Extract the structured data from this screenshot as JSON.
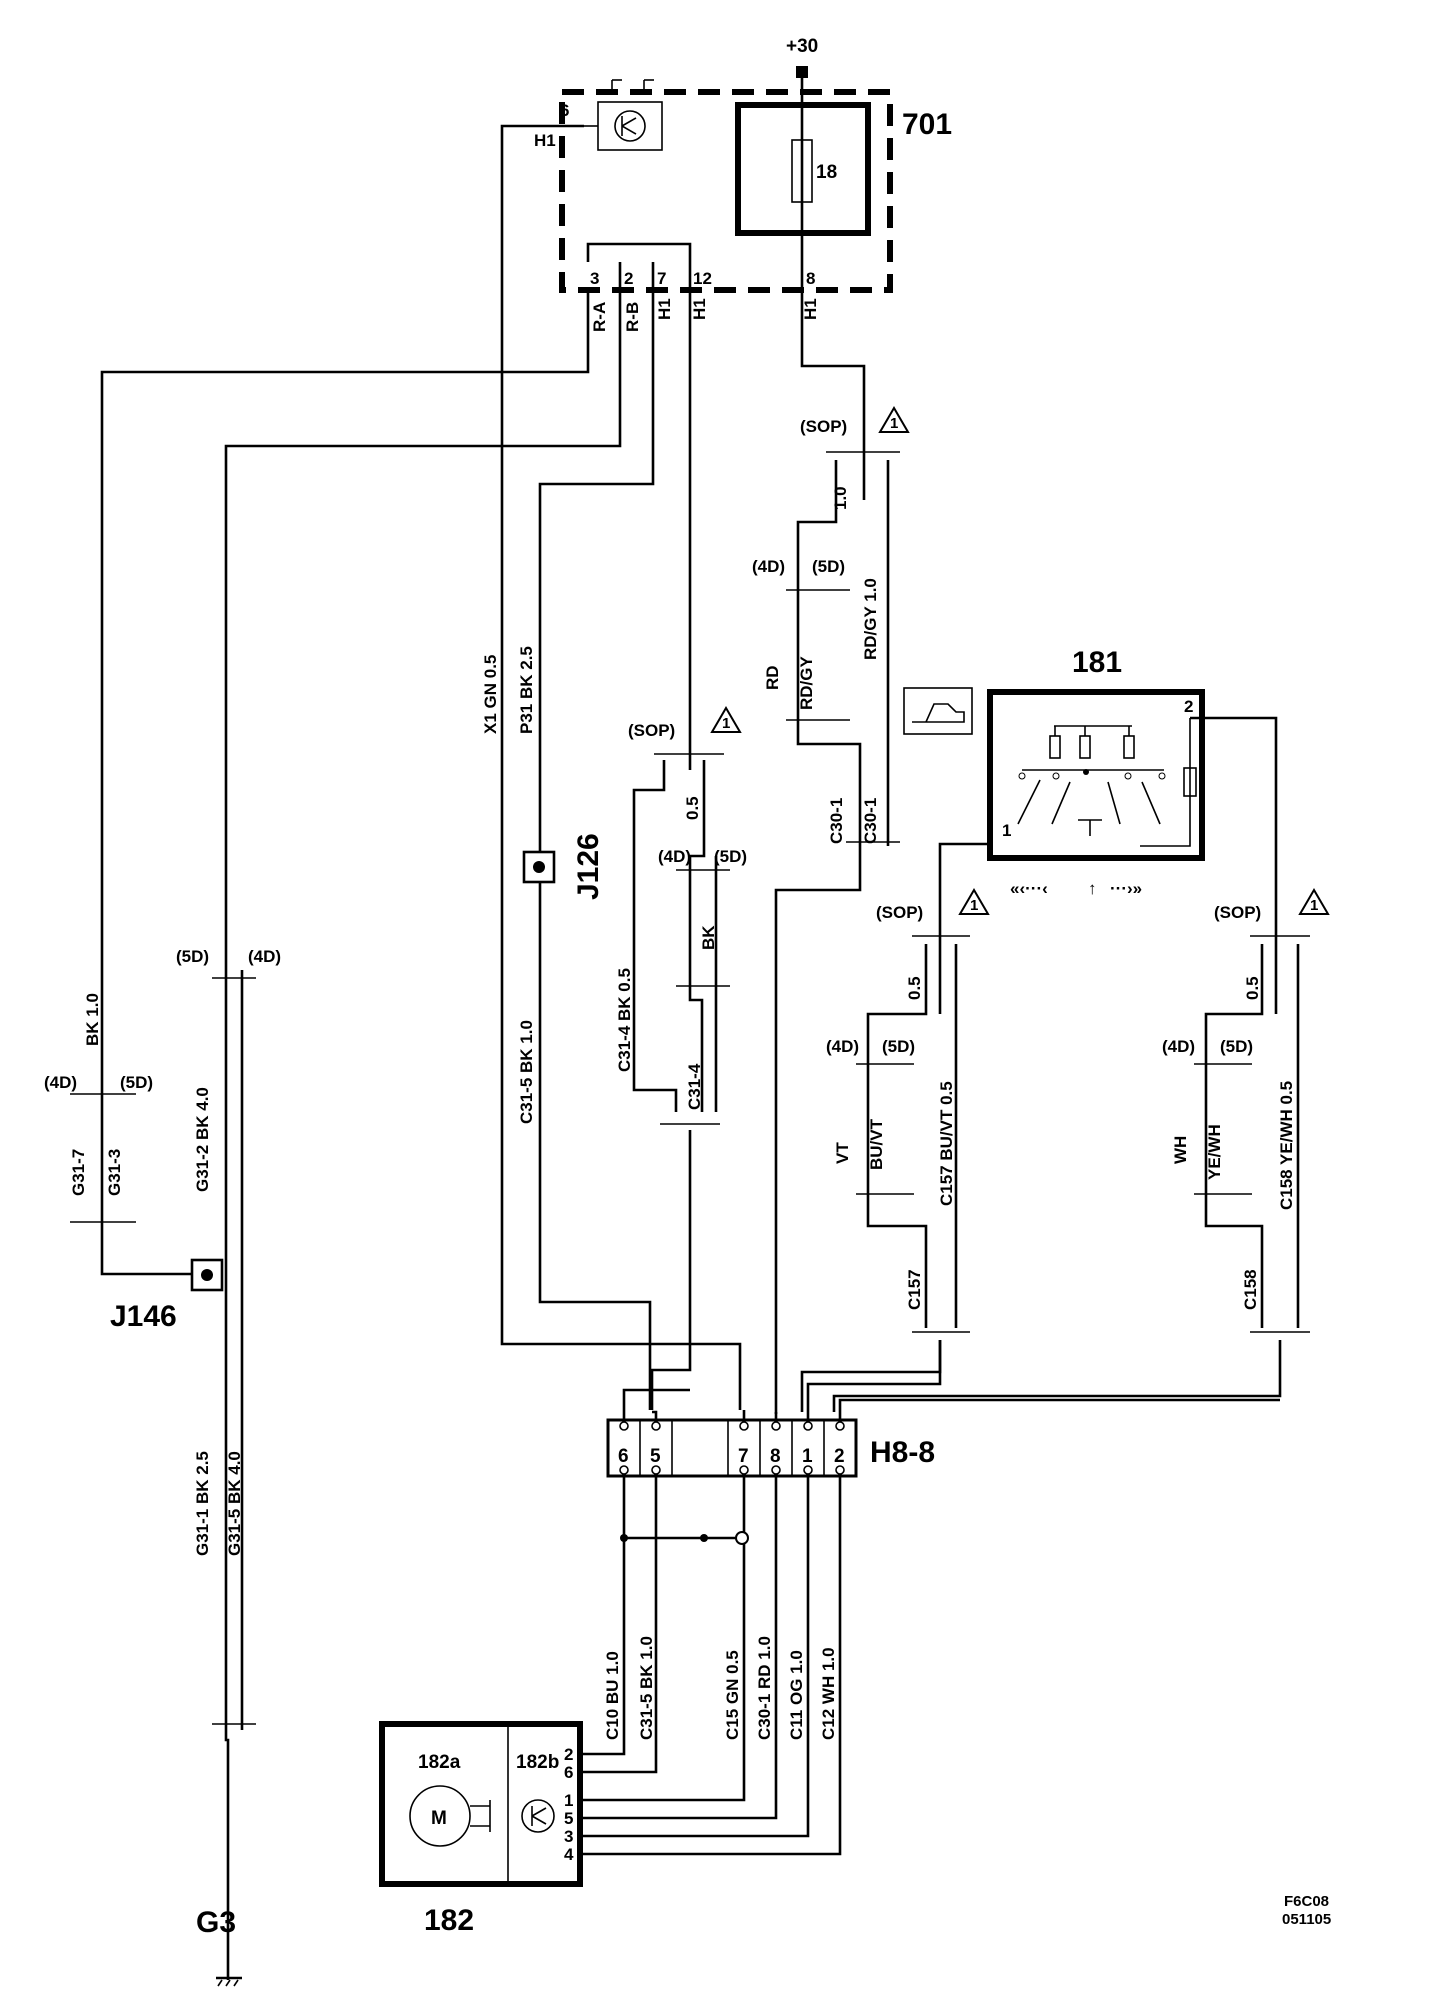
{
  "labels": {
    "plus30": "+30",
    "c701": "701",
    "fuse": "18",
    "c181": "181",
    "h88": "H8-8",
    "j126": "J126",
    "j146": "J146",
    "g3": "G3",
    "c182": "182",
    "c182a": "182a",
    "c182b": "182b",
    "motor": "M",
    "footer1": "F6C08",
    "footer2": "051105"
  },
  "pins701": {
    "p6": "6",
    "h1a": "H1",
    "p3": "3",
    "p2": "2",
    "p7": "7",
    "p12": "12",
    "p8": "8"
  },
  "wires701": {
    "ra": "R-A",
    "rb": "R-B",
    "h1b": "H1",
    "h1c": "H1",
    "h1d": "H1"
  },
  "var": {
    "sop": "(SOP)",
    "d4": "(4D)",
    "d5": "(5D)",
    "tri": "1"
  },
  "wires": {
    "x1": "X1  GN  0.5",
    "p31": "P31  BK  2.5",
    "c30_1": "C30-1",
    "rdgy_10": "RD/GY  1.0",
    "w10": "1.0",
    "rd": "RD",
    "rdgy": "RD/GY",
    "w05a": "0.5",
    "bk": "BK",
    "c31_4a": "C31-4  BK  0.5",
    "c31_4b": "C31-4",
    "c31_5": "C31-5   BK  1.0",
    "bk10": "BK  1.0",
    "g31_7": "G31-7",
    "g31_3": "G31-3",
    "g31_2": "G31-2  BK  4.0",
    "g31_1": "G31-1  BK  2.5",
    "g31_5": "G31-5  BK  4.0",
    "w05b": "0.5",
    "vt": "VT",
    "buvt": "BU/VT",
    "c157_full": "C157  BU/VT  0.5",
    "c157": "C157",
    "w05c": "0.5",
    "wh": "WH",
    "yewh": "YE/WH",
    "c158_full": "C158  YE/WH  0.5",
    "c158": "C158",
    "c10": "C10  BU  1.0",
    "c31_5b": "C31-5  BK  1.0",
    "c15": "C15  GN  0.5",
    "c30_1b": "C30-1  RD  1.0",
    "c11": "C11  OG  1.0",
    "c12": "C12  WH  1.0"
  },
  "h88_pins": [
    "6",
    "5",
    "7",
    "8",
    "1",
    "2"
  ],
  "sw181_pins": {
    "p1": "1",
    "p2": "2"
  },
  "m182_pins": [
    "2",
    "6",
    "1",
    "5",
    "3",
    "4"
  ]
}
